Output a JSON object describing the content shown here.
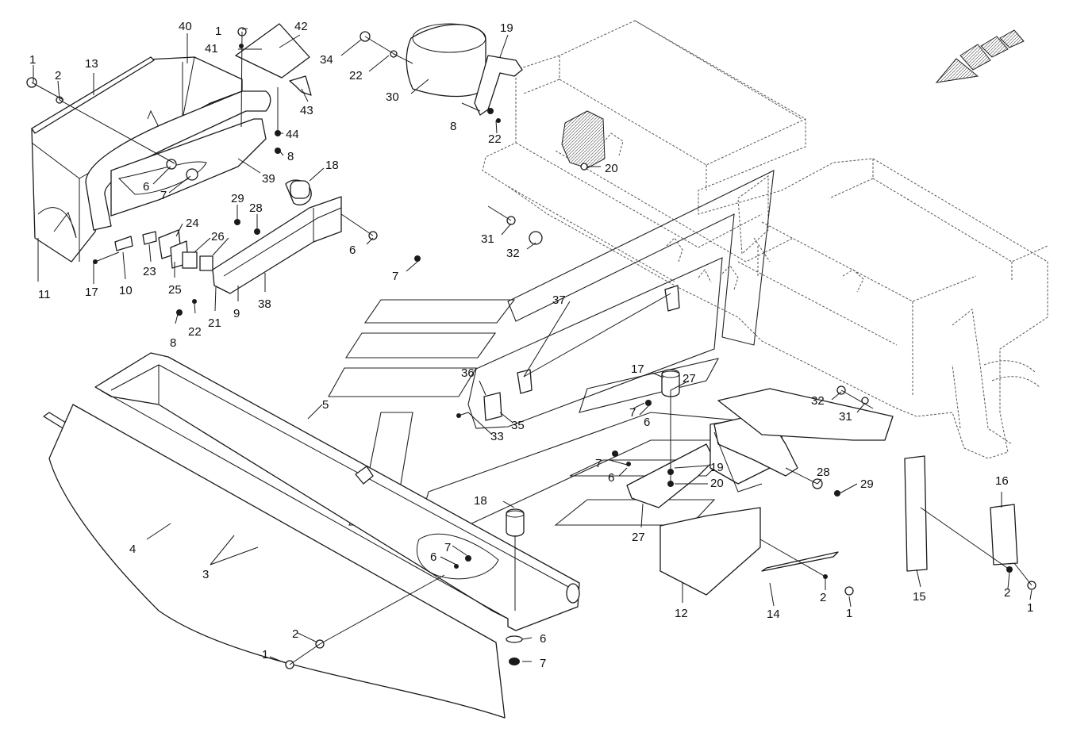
{
  "diagram_type": "exploded-parts-diagram",
  "colors": {
    "line": "#1a1a1a",
    "background": "#ffffff",
    "ghost_outline": "#555555"
  },
  "icons": {
    "direction_arrow": "travel-direction-arrow-icon"
  },
  "callouts": [
    {
      "id": "c-1-a",
      "text": "1"
    },
    {
      "id": "c-2-a",
      "text": "2"
    },
    {
      "id": "c-13",
      "text": "13"
    },
    {
      "id": "c-40",
      "text": "40"
    },
    {
      "id": "c-1-b",
      "text": "1"
    },
    {
      "id": "c-41",
      "text": "41"
    },
    {
      "id": "c-42",
      "text": "42"
    },
    {
      "id": "c-43",
      "text": "43"
    },
    {
      "id": "c-44",
      "text": "44"
    },
    {
      "id": "c-8-a",
      "text": "8"
    },
    {
      "id": "c-39",
      "text": "39"
    },
    {
      "id": "c-34",
      "text": "34"
    },
    {
      "id": "c-22-a",
      "text": "22"
    },
    {
      "id": "c-30",
      "text": "30"
    },
    {
      "id": "c-19-a",
      "text": "19"
    },
    {
      "id": "c-8-b",
      "text": "8"
    },
    {
      "id": "c-22-b",
      "text": "22"
    },
    {
      "id": "c-20-a",
      "text": "20"
    },
    {
      "id": "c-6-a",
      "text": "6"
    },
    {
      "id": "c-7-a",
      "text": "7"
    },
    {
      "id": "c-18-a",
      "text": "18"
    },
    {
      "id": "c-29-a",
      "text": "29"
    },
    {
      "id": "c-28-a",
      "text": "28"
    },
    {
      "id": "c-24",
      "text": "24"
    },
    {
      "id": "c-26",
      "text": "26"
    },
    {
      "id": "c-6-b",
      "text": "6"
    },
    {
      "id": "c-7-b",
      "text": "7"
    },
    {
      "id": "c-31-a",
      "text": "31"
    },
    {
      "id": "c-32-a",
      "text": "32"
    },
    {
      "id": "c-11",
      "text": "11"
    },
    {
      "id": "c-17-a",
      "text": "17"
    },
    {
      "id": "c-10",
      "text": "10"
    },
    {
      "id": "c-23",
      "text": "23"
    },
    {
      "id": "c-25",
      "text": "25"
    },
    {
      "id": "c-21",
      "text": "21"
    },
    {
      "id": "c-9",
      "text": "9"
    },
    {
      "id": "c-38",
      "text": "38"
    },
    {
      "id": "c-22-c",
      "text": "22"
    },
    {
      "id": "c-8-c",
      "text": "8"
    },
    {
      "id": "c-37",
      "text": "37"
    },
    {
      "id": "c-36",
      "text": "36"
    },
    {
      "id": "c-35",
      "text": "35"
    },
    {
      "id": "c-33",
      "text": "33"
    },
    {
      "id": "c-5",
      "text": "5"
    },
    {
      "id": "c-17-b",
      "text": "17"
    },
    {
      "id": "c-27-a",
      "text": "27"
    },
    {
      "id": "c-7-c",
      "text": "7"
    },
    {
      "id": "c-6-c",
      "text": "6"
    },
    {
      "id": "c-7-d",
      "text": "7"
    },
    {
      "id": "c-6-d",
      "text": "6"
    },
    {
      "id": "c-19-b",
      "text": "19"
    },
    {
      "id": "c-20-b",
      "text": "20"
    },
    {
      "id": "c-27-b",
      "text": "27"
    },
    {
      "id": "c-32-b",
      "text": "32"
    },
    {
      "id": "c-31-b",
      "text": "31"
    },
    {
      "id": "c-28-b",
      "text": "28"
    },
    {
      "id": "c-29-b",
      "text": "29"
    },
    {
      "id": "c-16",
      "text": "16"
    },
    {
      "id": "c-15",
      "text": "15"
    },
    {
      "id": "c-2-b",
      "text": "2"
    },
    {
      "id": "c-1-c",
      "text": "1"
    },
    {
      "id": "c-12",
      "text": "12"
    },
    {
      "id": "c-14",
      "text": "14"
    },
    {
      "id": "c-2-c",
      "text": "2"
    },
    {
      "id": "c-1-d",
      "text": "1"
    },
    {
      "id": "c-18-b",
      "text": "18"
    },
    {
      "id": "c-7-e",
      "text": "7"
    },
    {
      "id": "c-6-e",
      "text": "6"
    },
    {
      "id": "c-4",
      "text": "4"
    },
    {
      "id": "c-3",
      "text": "3"
    },
    {
      "id": "c-2-d",
      "text": "2"
    },
    {
      "id": "c-1-e",
      "text": "1"
    },
    {
      "id": "c-6-f",
      "text": "6"
    },
    {
      "id": "c-7-f",
      "text": "7"
    }
  ]
}
